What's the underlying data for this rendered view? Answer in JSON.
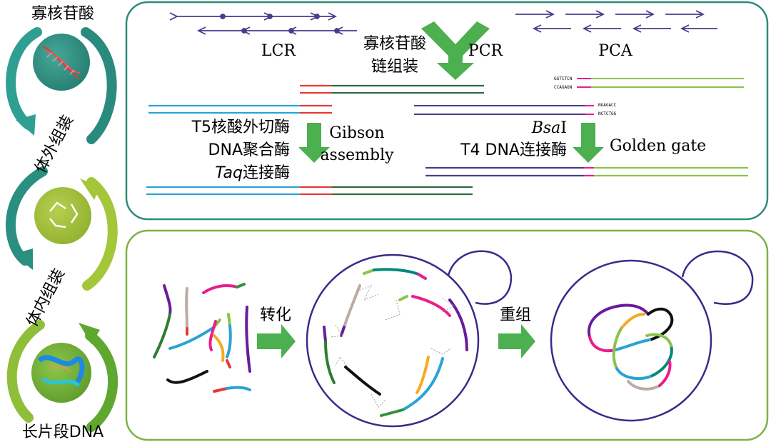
{
  "left_column": {
    "top_label": "寡核苷酸",
    "mid_label_1": "体外组装",
    "mid_label_2": "体内组装",
    "bottom_label": "长片段DNA"
  },
  "top_panel": {
    "lcr": "LCR",
    "oligo_line1": "寡核苷酸",
    "oligo_line2": "链组装",
    "pcr": "PCR",
    "pca": "PCA",
    "gibson_enzyme_1": "T5核酸外切酶",
    "gibson_enzyme_2": "DNA聚合酶",
    "gibson_enzyme_3_italic": "Taq",
    "gibson_enzyme_3_rest": "连接酶",
    "gibson_1": "Gibson",
    "gibson_2": "assembly",
    "bsai_italic": "Bsa",
    "bsai_rest": "I",
    "t4": "T4 DNA连接酶",
    "golden_gate": "Golden gate",
    "seq_top_1": "GGTCTCN",
    "seq_top_2": "CCAGAGN",
    "seq_bot_1": "NGAGACC",
    "seq_bot_2": "NCTCTGG"
  },
  "bottom_panel": {
    "transform": "转化",
    "recombine": "重组"
  },
  "colors": {
    "panel_top_border": "#2e8b7a",
    "panel_bottom_border": "#7cb342",
    "arrow_green": "#4caf50",
    "dna_blue": "#29a3d6",
    "dna_red": "#e53935",
    "dna_darkgreen": "#2e6b3e",
    "dna_purple": "#4b3a8c",
    "dna_lightgreen": "#8bc34a",
    "dna_magenta": "#e91e8c",
    "cell_border": "#3b2a8a"
  }
}
